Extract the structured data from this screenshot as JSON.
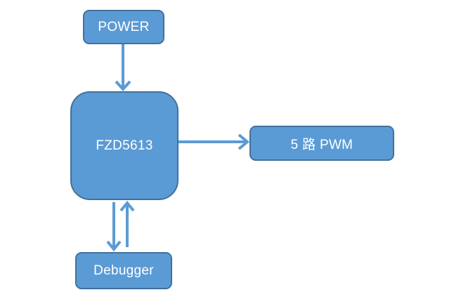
{
  "diagram": {
    "nodes": {
      "power": {
        "label": "POWER"
      },
      "mcu": {
        "label": "FZD5613"
      },
      "pwm": {
        "label": "5 路 PWM"
      },
      "debugger": {
        "label": "Debugger"
      }
    },
    "edges": [
      {
        "from": "POWER",
        "to": "FZD5613",
        "direction": "one-way"
      },
      {
        "from": "FZD5613",
        "to": "5 路 PWM",
        "direction": "one-way"
      },
      {
        "from": "FZD5613",
        "to": "Debugger",
        "direction": "one-way"
      },
      {
        "from": "Debugger",
        "to": "FZD5613",
        "direction": "one-way"
      }
    ],
    "colors": {
      "fill": "#5b9bd5",
      "border": "#41719c",
      "arrow": "#5b9bd5",
      "text": "#ffffff"
    }
  }
}
